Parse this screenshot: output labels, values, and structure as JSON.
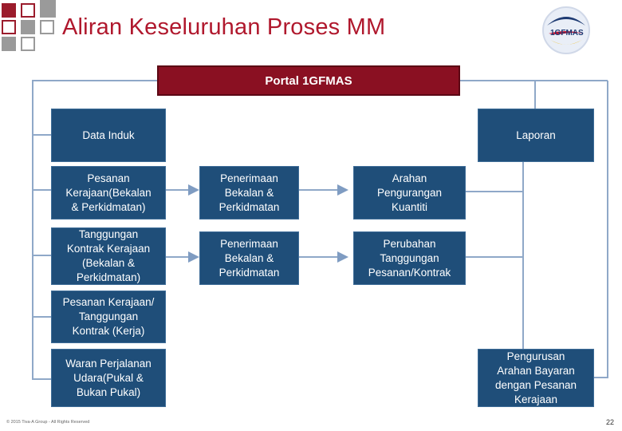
{
  "title": "Aliran Keseluruhan Proses MM",
  "logo": {
    "text": "1GFMAS"
  },
  "portal": "Portal 1GFMAS",
  "boxes": {
    "data_induk": "Data Induk",
    "laporan": "Laporan",
    "pesanan_kerajaan": "Pesanan\nKerajaan(Bekalan\n& Perkidmatan)",
    "tanggungan_kontrak": "Tanggungan\nKontrak Kerajaan\n(Bekalan &\nPerkidmatan)",
    "penerimaan_1": "Penerimaan\nBekalan &\nPerkidmatan",
    "penerimaan_2": "Penerimaan\nBekalan &\nPerkidmatan",
    "arahan_pengurangan": "Arahan\nPengurangan\nKuantiti",
    "perubahan_tanggungan": "Perubahan\nTanggungan\nPesanan/Kontrak",
    "pesanan_kerja": "Pesanan Kerajaan/\nTanggungan\nKontrak (Kerja)",
    "waran_perjalanan": "Waran Perjalanan\nUdara(Pukal &\nBukan Pukal)",
    "pengurusan_arahan": "Pengurusan\nArahan Bayaran\ndengan Pesanan\nKerajaan"
  },
  "footer": "© 2015 Tiva-A Group - All Rights Reserved",
  "page_number": "22",
  "colors": {
    "box": "#1f4e79",
    "portal": "#8a1022",
    "title": "#b0182d",
    "connector": "#8fa8c8"
  }
}
